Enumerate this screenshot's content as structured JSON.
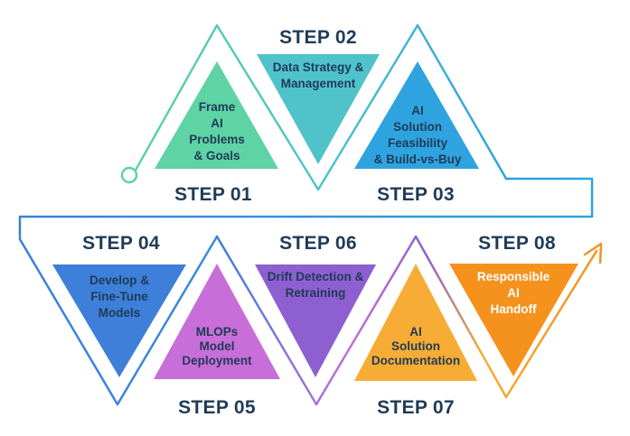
{
  "steps": [
    {
      "step": "STEP 01",
      "lines": [
        "Frame",
        "AI",
        "Problems",
        "& Goals"
      ],
      "fill": "#5ed3a3",
      "text_color": "#1f3b57"
    },
    {
      "step": "STEP 02",
      "lines": [
        "Data Strategy &",
        "Management"
      ],
      "fill": "#4fc3c9",
      "text_color": "#1f3b57"
    },
    {
      "step": "STEP 03",
      "lines": [
        "AI",
        "Solution",
        "Feasibility",
        "& Build-vs-Buy"
      ],
      "fill": "#2fa3df",
      "text_color": "#1f3b57"
    },
    {
      "step": "STEP 04",
      "lines": [
        "Develop &",
        "Fine-Tune",
        "Models"
      ],
      "fill": "#3d7fd9",
      "text_color": "#1f3b57"
    },
    {
      "step": "STEP 05",
      "lines": [
        "MLOPs",
        "Model",
        "Deployment"
      ],
      "fill": "#c86ed8",
      "text_color": "#1f3b57"
    },
    {
      "step": "STEP 06",
      "lines": [
        "Drift Detection &",
        "Retraining"
      ],
      "fill": "#8d5fd1",
      "text_color": "#1f3b57"
    },
    {
      "step": "STEP 07",
      "lines": [
        "AI",
        "Solution",
        "Documentation"
      ],
      "fill": "#f7ad35",
      "text_color": "#1f3b57"
    },
    {
      "step": "STEP 08",
      "lines": [
        "Responsible",
        "AI",
        "Handoff"
      ],
      "fill": "#f5921e",
      "text_color": "#ffffff"
    }
  ],
  "path_colors": {
    "start": "#5ed3a3",
    "teal": "#4fc3c9",
    "blue": "#2fa3df",
    "purple": "#a05ed6",
    "orange": "#f5921e"
  }
}
